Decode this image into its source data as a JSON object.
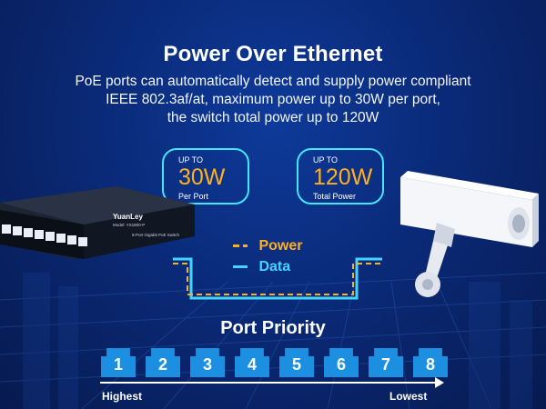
{
  "page": {
    "title": "Power Over Ethernet",
    "description_lines": [
      "PoE ports can automatically detect and supply power compliant",
      "IEEE 802.3af/at, maximum power up to 30W per port,",
      "the switch total power up to 120W"
    ]
  },
  "specs": [
    {
      "top": "UP TO",
      "value": "30W",
      "label": "Per Port"
    },
    {
      "top": "UP TO",
      "value": "120W",
      "label": "Total Power"
    }
  ],
  "legend": {
    "power": "Power",
    "data": "Data"
  },
  "switch": {
    "brand": "YuanLey",
    "model": "Model: YS1800-P",
    "subtitle": "8-Port Gigabit PoE Switch"
  },
  "priority": {
    "title": "Port Priority",
    "ports": [
      "1",
      "2",
      "3",
      "4",
      "5",
      "6",
      "7",
      "8"
    ],
    "highest_label": "Highest",
    "lowest_label": "Lowest"
  },
  "colors": {
    "accent_orange": "#ffb020",
    "accent_cyan": "#42d4ff",
    "port_blue": "#1d8fe0"
  }
}
